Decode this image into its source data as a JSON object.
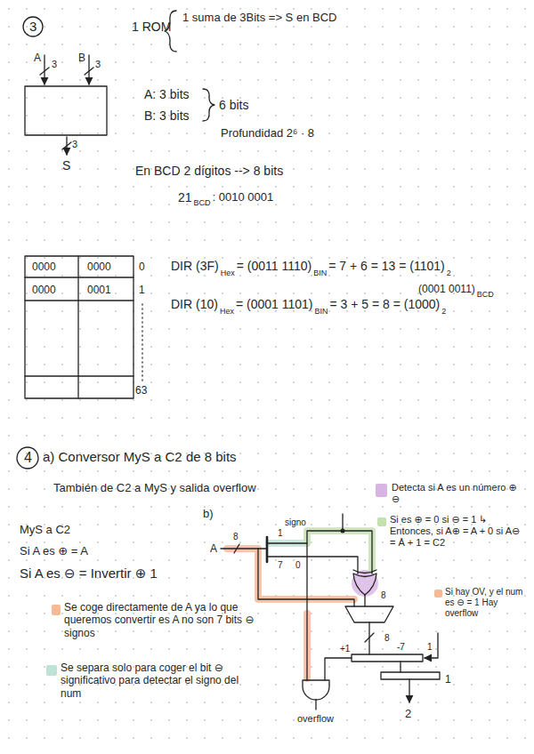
{
  "diagram": {
    "labels": [
      "3",
      "1 ROM",
      "1 suma de 3Bits => S en BCD",
      "A",
      "3",
      "B",
      "3",
      "3",
      "S",
      "A: 3 bits",
      "B: 3 bits",
      "6 bits",
      "Profundidad 2⁶ · 8",
      "En BCD 2 dígitos --> 8 bits",
      "21",
      "BCD",
      ": 0010 0001",
      "0000",
      "0000",
      "0",
      "0000",
      "0001",
      "1",
      "63",
      "DIR (3F)",
      "Hex",
      "= (0011 1110)",
      "BIN",
      "= 7 + 6 = 13 = (1101)",
      "2",
      "(0001 0011)",
      "BCD",
      "DIR (10)",
      "Hex",
      "= (0001 1101)",
      "BIN",
      "= 3 + 5 = 8 = (1000)",
      "2",
      "4",
      "a) Conversor MyS a C2 de 8 bits",
      "También de C2 a MyS y salida overflow",
      "b)",
      "MyS a C2",
      "Si A es ⊕ = A",
      "Si A es ⊖ = Invertir ⊕ 1",
      "A",
      "8",
      "signo",
      "1",
      "7",
      "0",
      "8",
      "+1",
      "8",
      "-7",
      "1",
      "1",
      "2",
      "overflow"
    ],
    "legend": [
      {
        "text": "Detecta si A es un número ⊕ ⊖",
        "color": "#d8b4e2"
      },
      {
        "text": "Si es ⊕ = 0 si ⊖ = 1 ↳ Entonces, si A⊕ = A + 0 si A⊖ = Ā + 1 = C2",
        "color": "#c4e0ae"
      },
      {
        "text": "Si hay OV, y el num es ⊖ = 1 Hay overflow",
        "color": "#f6b995"
      },
      {
        "text": "Se coge directamente de A ya lo que queremos convertir es A no son 7 bits ⊖ signos",
        "color": "#f6b995"
      },
      {
        "text": "Se separa solo para coger el bit ⊖ significativo para detectar el signo del num",
        "color": "#bfe2d6"
      }
    ]
  }
}
